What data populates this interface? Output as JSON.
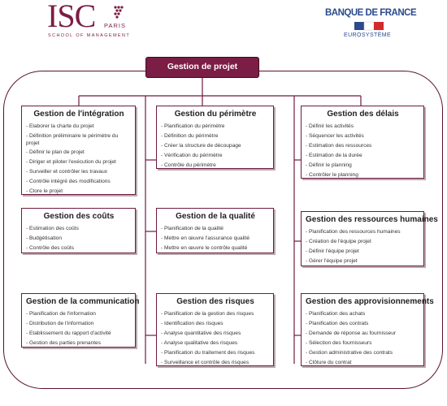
{
  "logos": {
    "isc": {
      "main": "ISC",
      "city": "PARIS",
      "tagline": "SCHOOL OF MANAGEMENT"
    },
    "bdf": {
      "name": "BANQUE DE FRANCE",
      "sub": "EUROSYSTÈME"
    }
  },
  "colors": {
    "accent": "#7b1d45",
    "border": "#6e1b40",
    "bdf_blue": "#2a4a8c"
  },
  "root": "Gestion de projet",
  "columns": [
    [
      {
        "title": "Gestion de l'intégration",
        "items": [
          "Elaborer la charte du projet",
          "Définition préliminaire le périmètre du projet",
          "Définir le plan de projet",
          "Diriger et piloter l'exécution du projet",
          "Surveiller et contrôler les travaux",
          "Contrôle intégré des modifications",
          "Clore le projet"
        ]
      },
      {
        "title": "Gestion des coûts",
        "items": [
          "Estimation des coûts",
          "Budgétisation",
          "Contrôle des coûts"
        ]
      },
      {
        "title": "Gestion de la communication",
        "items": [
          "Planification de l'information",
          "Distribution de l'information",
          "Etablissement du rapport d'activité",
          "Gestion des parties prenantes"
        ]
      }
    ],
    [
      {
        "title": "Gestion du périmètre",
        "items": [
          "Planification du périmètre",
          "Définition du périmètre",
          "Créer la structure de découpage",
          "Vérification du périmètre",
          "Contrôle du périmètre"
        ]
      },
      {
        "title": "Gestion de la qualité",
        "items": [
          "Planification de la qualité",
          "Mettre en œuvre l'assurance qualité",
          "Mettre en œuvre le contrôle qualité"
        ]
      },
      {
        "title": "Gestion des risques",
        "items": [
          "Planification de la gestion des risques",
          "Identification des risques",
          "Analyse quantitative des risques",
          "Analyse qualitative des risques",
          "Planification du traitement des risques",
          "Surveillance et contrôle des risques"
        ]
      }
    ],
    [
      {
        "title": "Gestion des délais",
        "items": [
          "Définir les activités",
          "Séquencer les activités",
          "Estimation des ressources",
          "Estimation de la durée",
          "Définir le planning",
          "Contrôler le planning"
        ]
      },
      {
        "title": "Gestion des ressources humaines",
        "items": [
          "Planification des ressources humaines",
          "Création de l'équipe projet",
          "Définir l'équipe projet",
          "Gérer l'équipe projet"
        ]
      },
      {
        "title": "Gestion des approvisionnements",
        "items": [
          "Planification des achats",
          "Planification des contrats",
          "Demande de réponse au fournisseur",
          "Sélection des fournisseurs",
          "Gestion administrative des contrats",
          "Clôture du contrat"
        ]
      }
    ]
  ]
}
